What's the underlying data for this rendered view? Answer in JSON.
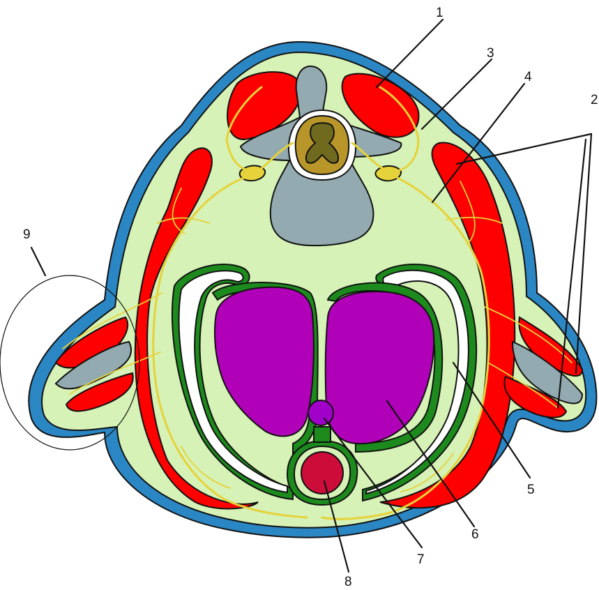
{
  "labels": [
    "1",
    "2",
    "3",
    "4",
    "5",
    "6",
    "7",
    "8",
    "9"
  ],
  "colors": {
    "skin": "#2b86c4",
    "body_fill": "#d6f2b6",
    "muscle": "#ff0000",
    "bone": "#93aab0",
    "nerve": "#e6d23a",
    "spinal_cord_outer": "#b8962a",
    "spinal_cord_inner": "#6f6a1d",
    "coelom_lining": "#1d8a1d",
    "organ": "#b000b8",
    "small_organ": "#a000c8",
    "vessel": "#cc0d3a",
    "coelom_space": "#ffffff"
  }
}
